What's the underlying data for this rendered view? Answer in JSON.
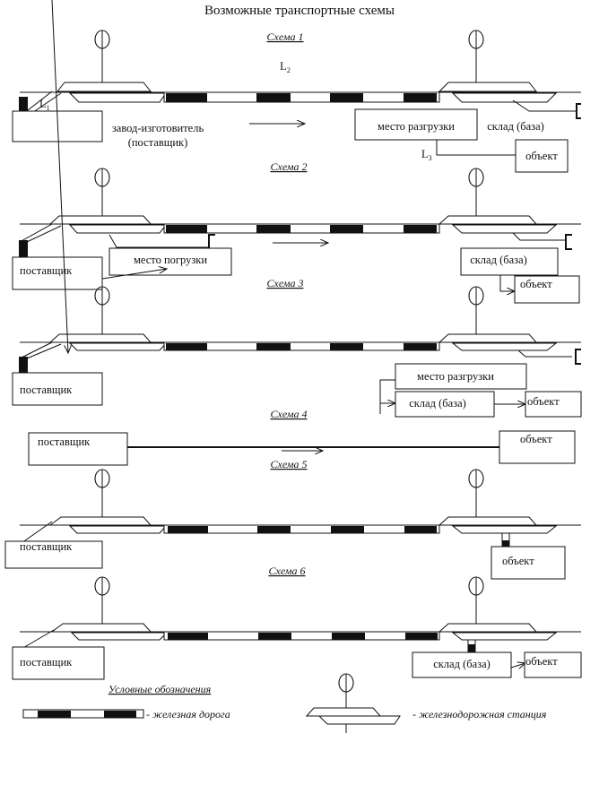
{
  "title": "Возможные транспортные схемы",
  "schemes": [
    {
      "caption": "Схема 1",
      "labels": {
        "l2": "L",
        "l2_sub": "2",
        "l1": "L",
        "l1_sub": "1",
        "l3": "L",
        "l3_sub": "3",
        "supplier_line1": "завод-изготовитель",
        "supplier_line2": "(поставщик)",
        "unloading": "место разгрузки",
        "warehouse": "склад (база)",
        "object": "объект"
      }
    },
    {
      "caption": "Схема 2",
      "labels": {
        "supplier": "поставщик",
        "loading": "место погрузки",
        "warehouse": "склад (база)",
        "object": "объект"
      }
    },
    {
      "caption": "Схема 3",
      "labels": {
        "supplier": "поставщик",
        "unloading": "место разгрузки",
        "warehouse": "склад (база)",
        "object": "объект"
      }
    },
    {
      "caption": "Схема 4",
      "labels": {
        "supplier": "поставщик",
        "object": "объект"
      }
    },
    {
      "caption": "Схема 5",
      "labels": {
        "supplier": "поставщик",
        "object": "объект"
      }
    },
    {
      "caption": "Схема 6",
      "labels": {
        "supplier": "поставщик",
        "warehouse": "склад (база)",
        "object": "объект"
      }
    }
  ],
  "legend": {
    "title": "Условные обозначения",
    "railway": "- железная дорога",
    "station": "- железнодорожная станция"
  }
}
